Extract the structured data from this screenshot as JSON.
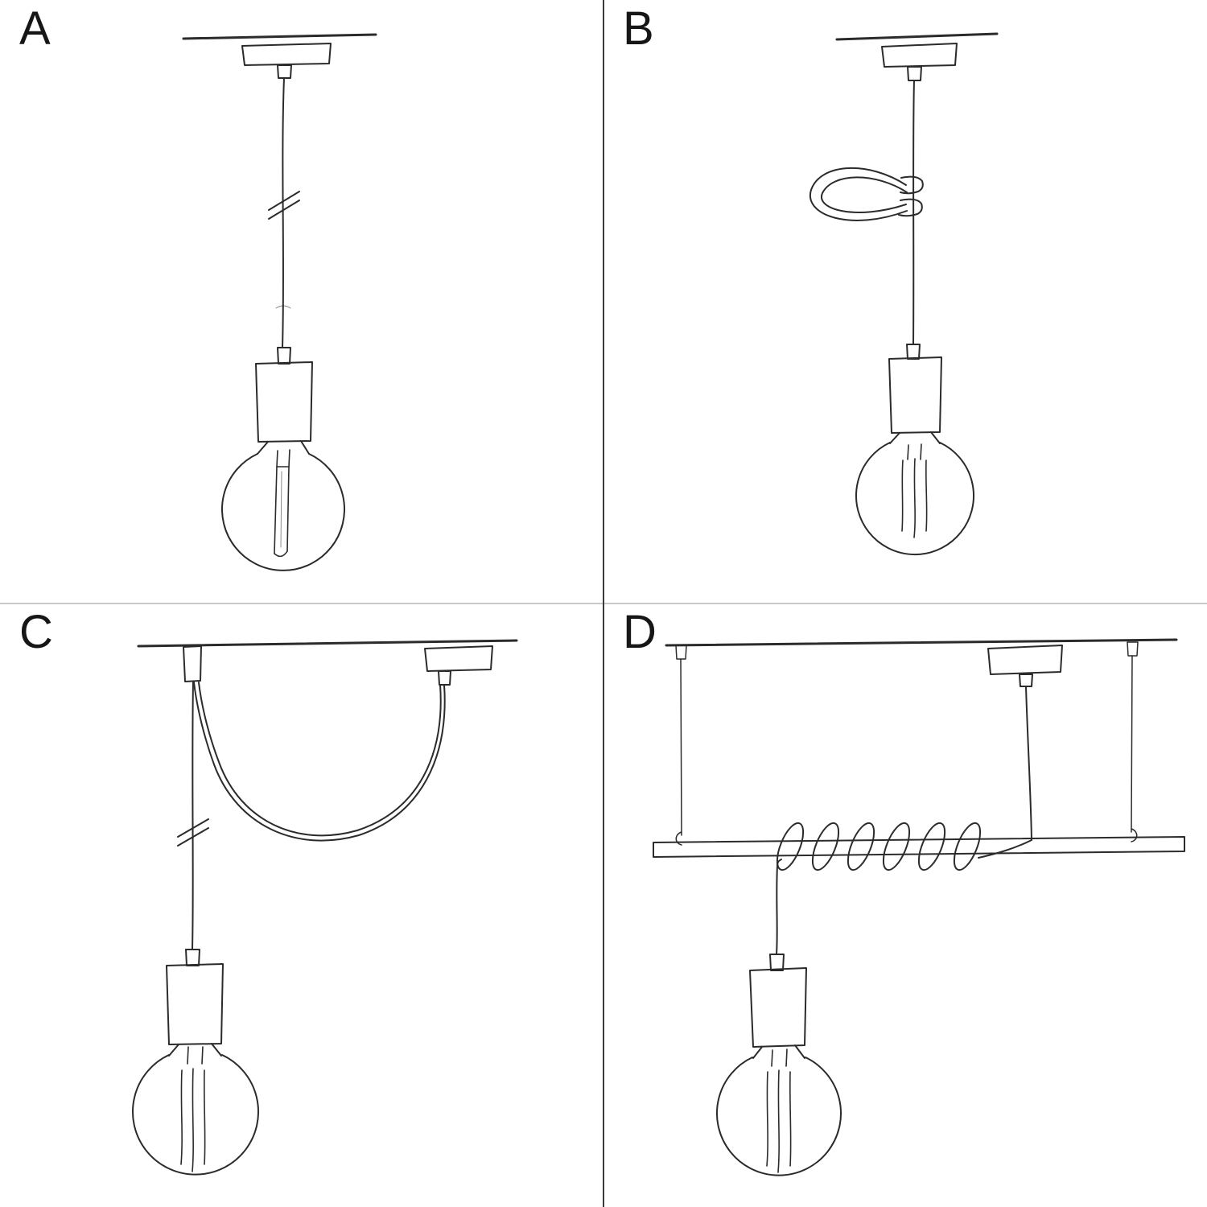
{
  "colors": {
    "ink": "#2b2b2b",
    "background": "#ffffff",
    "divider_vertical": "#3a3a3a",
    "divider_horizontal": "#c9c9c9"
  },
  "panels": [
    {
      "label": "A"
    },
    {
      "label": "B"
    },
    {
      "label": "C"
    },
    {
      "label": "D"
    }
  ]
}
